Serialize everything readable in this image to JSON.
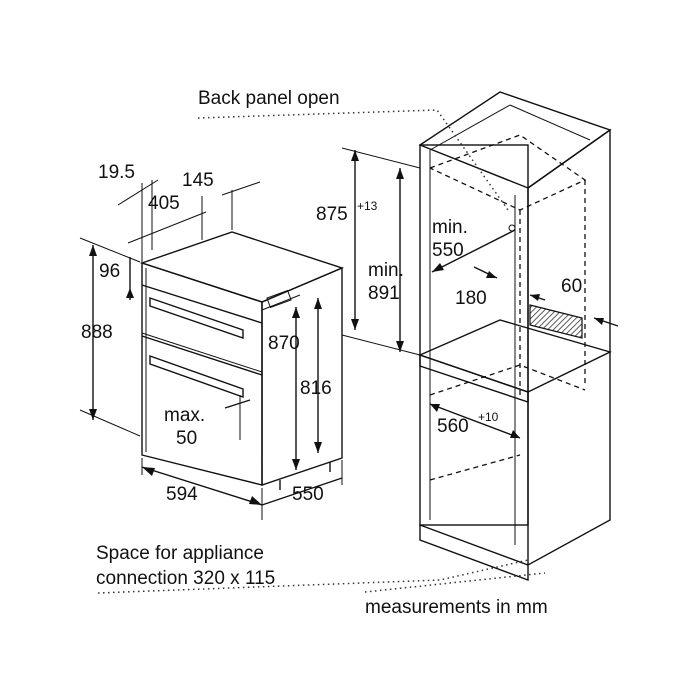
{
  "labels": {
    "back_panel": "Back panel open",
    "d_19_5": "19.5",
    "d_145": "145",
    "d_405": "405",
    "d_96": "96",
    "d_888": "888",
    "d_870": "870",
    "d_816": "816",
    "d_max": "max.",
    "d_50": "50",
    "d_594": "594",
    "d_550": "550",
    "d_875": "875",
    "d_875_tol": "+13",
    "d_min_891a": "min.",
    "d_min_891b": "891",
    "d_min_550a": "min.",
    "d_min_550b": "550",
    "d_180": "180",
    "d_60": "60",
    "d_560": "560",
    "d_560_tol": "+10",
    "space_line1": "Space for appliance",
    "space_line2": "connection 320 x 115",
    "measurements": "measurements in mm"
  }
}
